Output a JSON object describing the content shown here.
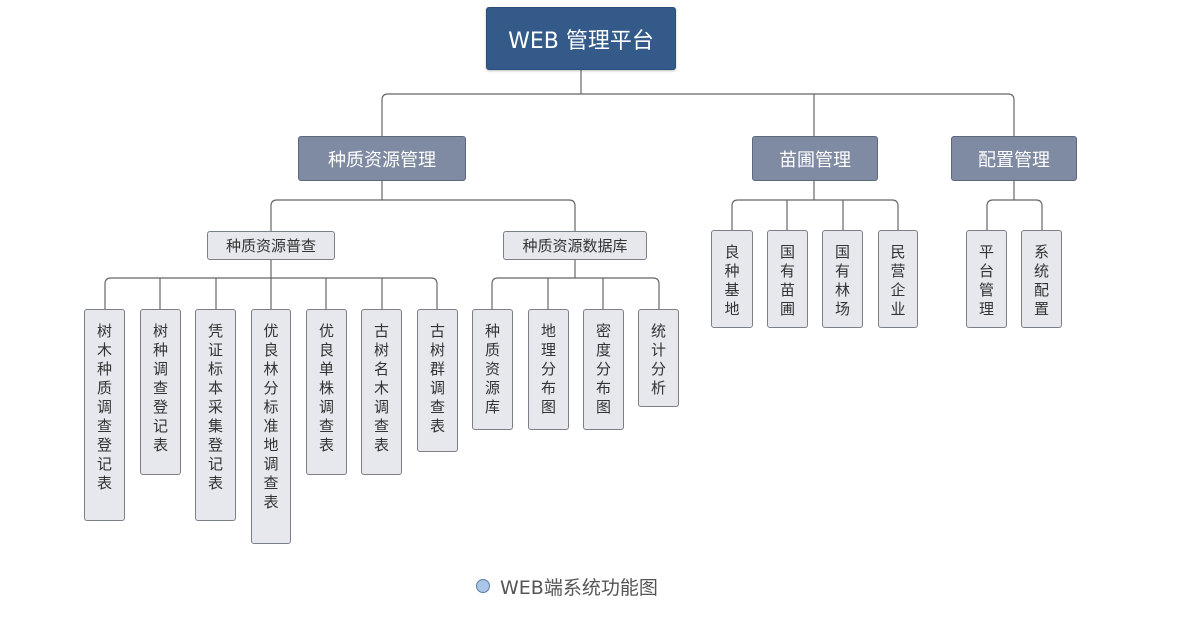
{
  "diagram": {
    "root": "WEB 管理平台",
    "modules": {
      "germplasm": "种质资源管理",
      "nursery": "苗圃管理",
      "config": "配置管理"
    },
    "submodules": {
      "survey": "种质资源普查",
      "database": "种质资源数据库"
    },
    "leaves": {
      "survey": [
        "树木种质调查登记表",
        "树种调查登记表",
        "凭证标本采集登记表",
        "优良林分标准地调查表",
        "优良单株调查表",
        "古树名木调查表",
        "古树群调查表"
      ],
      "database": [
        "种质资源库",
        "地理分布图",
        "密度分布图",
        "统计分析"
      ],
      "nursery": [
        "良种基地",
        "国有苗圃",
        "国有林场",
        "民营企业"
      ],
      "config": [
        "平台管理",
        "系统配置"
      ]
    }
  },
  "caption": "WEB端系统功能图",
  "colors": {
    "root": "#345a8a",
    "module": "#7f8aa3",
    "box": "#e6e8ee",
    "line": "#666666"
  }
}
